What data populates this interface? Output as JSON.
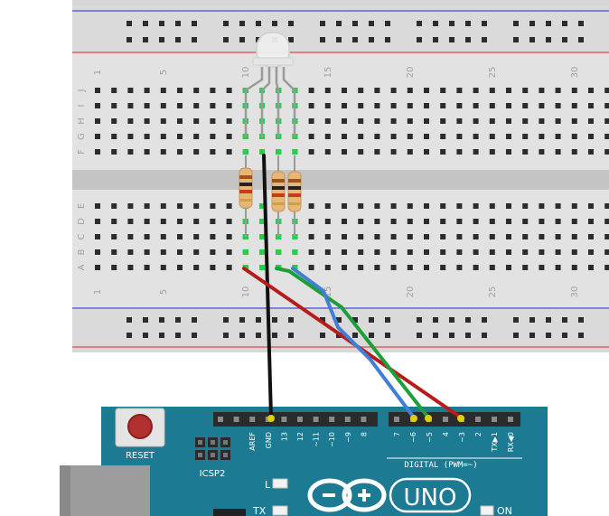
{
  "breadboard": {
    "column_labels": [
      "1",
      "5",
      "10",
      "15",
      "20",
      "25",
      "30"
    ],
    "column_numbers": [
      1,
      5,
      10,
      15,
      20,
      25,
      30
    ],
    "row_labels_top": [
      "J",
      "I",
      "H",
      "G",
      "F"
    ],
    "row_labels_bottom": [
      "E",
      "D",
      "C",
      "B",
      "A"
    ]
  },
  "components": {
    "led": "rgb-led",
    "resistors": 3,
    "colors": {
      "band1": "#a0521c",
      "band2": "#222222",
      "band3": "#c73a1a",
      "body": "#e8b777"
    }
  },
  "wires": [
    {
      "name": "gnd-wire",
      "color": "#111111"
    },
    {
      "name": "red-wire",
      "color": "#b71c1c"
    },
    {
      "name": "green-wire",
      "color": "#1e9e38"
    },
    {
      "name": "blue-wire",
      "color": "#3f7fd6"
    }
  ],
  "arduino": {
    "reset_label": "RESET",
    "icsp_label": "ICSP2",
    "digital_label": "DIGITAL (PWM=~)",
    "logo_text": "UNO",
    "l_label": "L",
    "tx_label": "TX",
    "on_label": "ON",
    "pin_labels_left": [
      "AREF",
      "GND",
      "13",
      "12",
      "~11",
      "~10",
      "~9",
      "8"
    ],
    "pin_labels_right": [
      "7",
      "~6",
      "~5",
      "4",
      "~3",
      "2",
      "TX▶1",
      "RX◀0"
    ],
    "board_color": "#1d7a93"
  }
}
